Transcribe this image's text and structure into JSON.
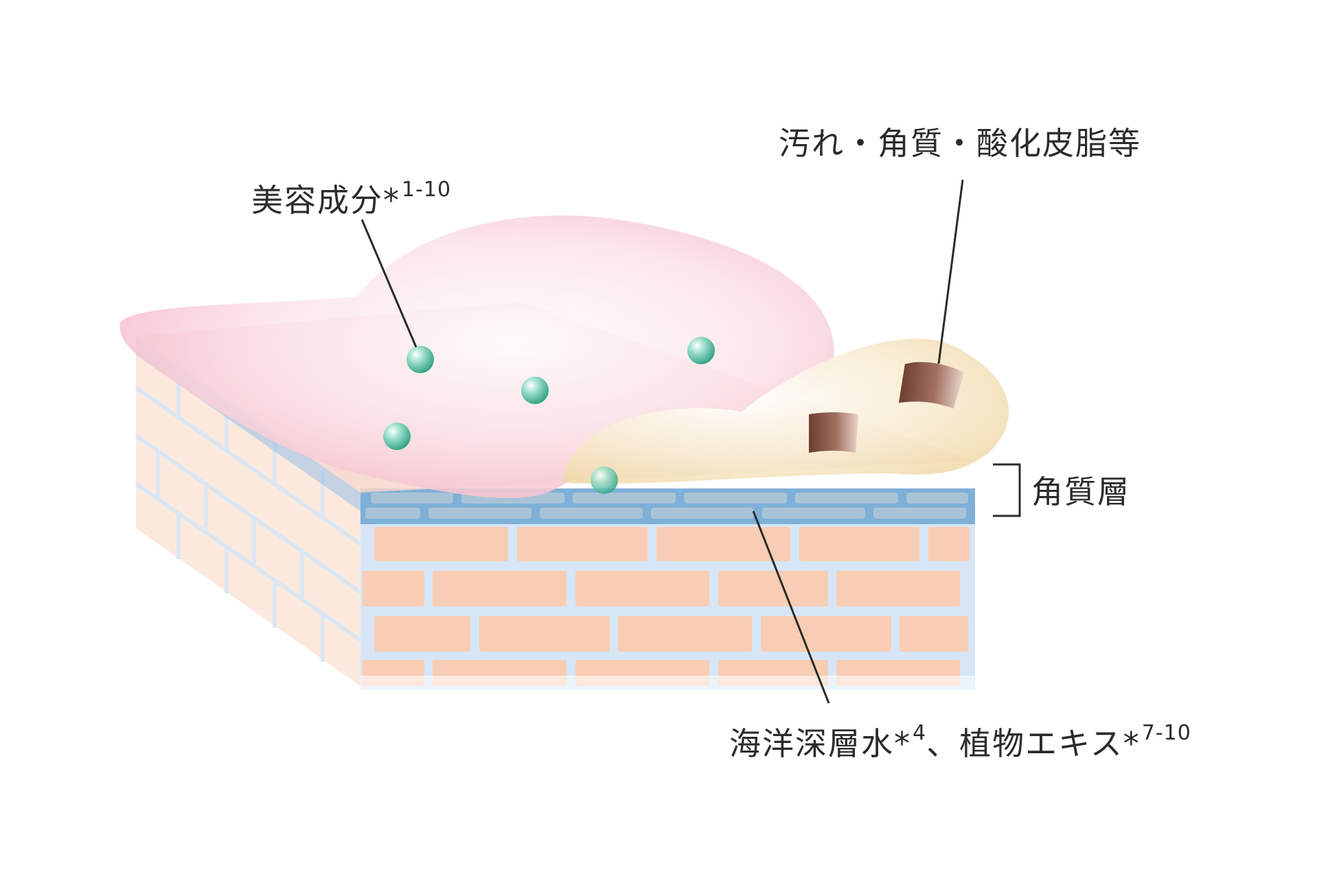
{
  "labels": {
    "ingredients": {
      "text": "美容成分*",
      "sup": "1-10"
    },
    "impurities": {
      "text": "汚れ・角質・酸化皮脂等"
    },
    "stratum_corneum": {
      "text": "角質層"
    },
    "water_extract": {
      "text": "海洋深層水*",
      "sup": "4",
      "text2": "、植物エキス*",
      "sup2": "7-10"
    }
  },
  "colors": {
    "brick": "#f8cdb3",
    "mortar": "#c5daf0",
    "corneum_blue": "#78aad4",
    "pink_gel": "#f7c3cf",
    "cream_gel": "#f7e8c6",
    "teal_particle": "#6fc6ad",
    "brown_debris": "#8a5a48"
  }
}
